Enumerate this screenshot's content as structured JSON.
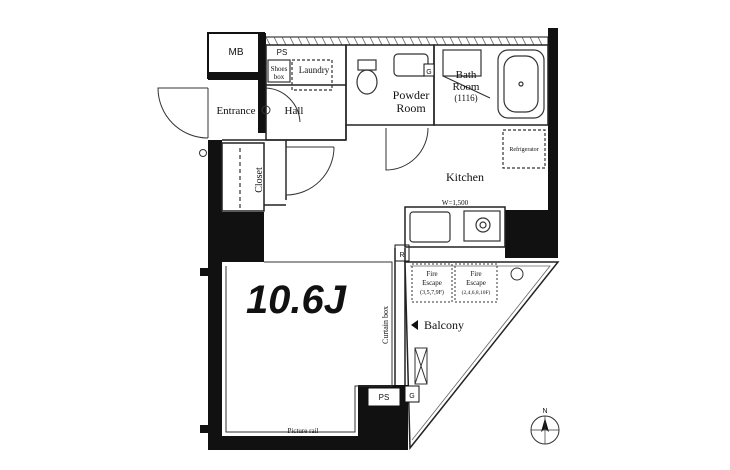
{
  "rooms": {
    "mb": "MB",
    "ps_top": "PS",
    "shoes_box_line1": "Shoes",
    "shoes_box_line2": "box",
    "laundry": "Laundry",
    "bath_line1": "Bath",
    "bath_line2": "Room",
    "bath_size": "(1116)",
    "powder_line1": "Powder",
    "powder_line2": "Room",
    "entrance": "Entrance",
    "hall": "Hall",
    "closet": "Closet",
    "kitchen": "Kitchen",
    "refrigerator": "Refrigerator",
    "sink_width": "W=1,500",
    "main_room_size": "10.6J",
    "curtain_box": "Curtain box",
    "balcony": "Balcony",
    "fire_escape_1_line1": "Fire",
    "fire_escape_1_line2": "Escape",
    "fire_escape_1_floors": "(3,5,7,9F)",
    "fire_escape_2_line1": "Fire",
    "fire_escape_2_line2": "Escape",
    "fire_escape_2_floors": "(2,4,6,8,10F)",
    "picture_rail": "Picture rail",
    "ps_bottom": "PS",
    "g_bath": "G",
    "g_balcony": "G",
    "r_kitchen": "R",
    "compass_north": "N"
  },
  "colors": {
    "wall": "#111111",
    "line": "#222222",
    "fixture": "#444444",
    "balcony_fill": "#ffffff"
  }
}
